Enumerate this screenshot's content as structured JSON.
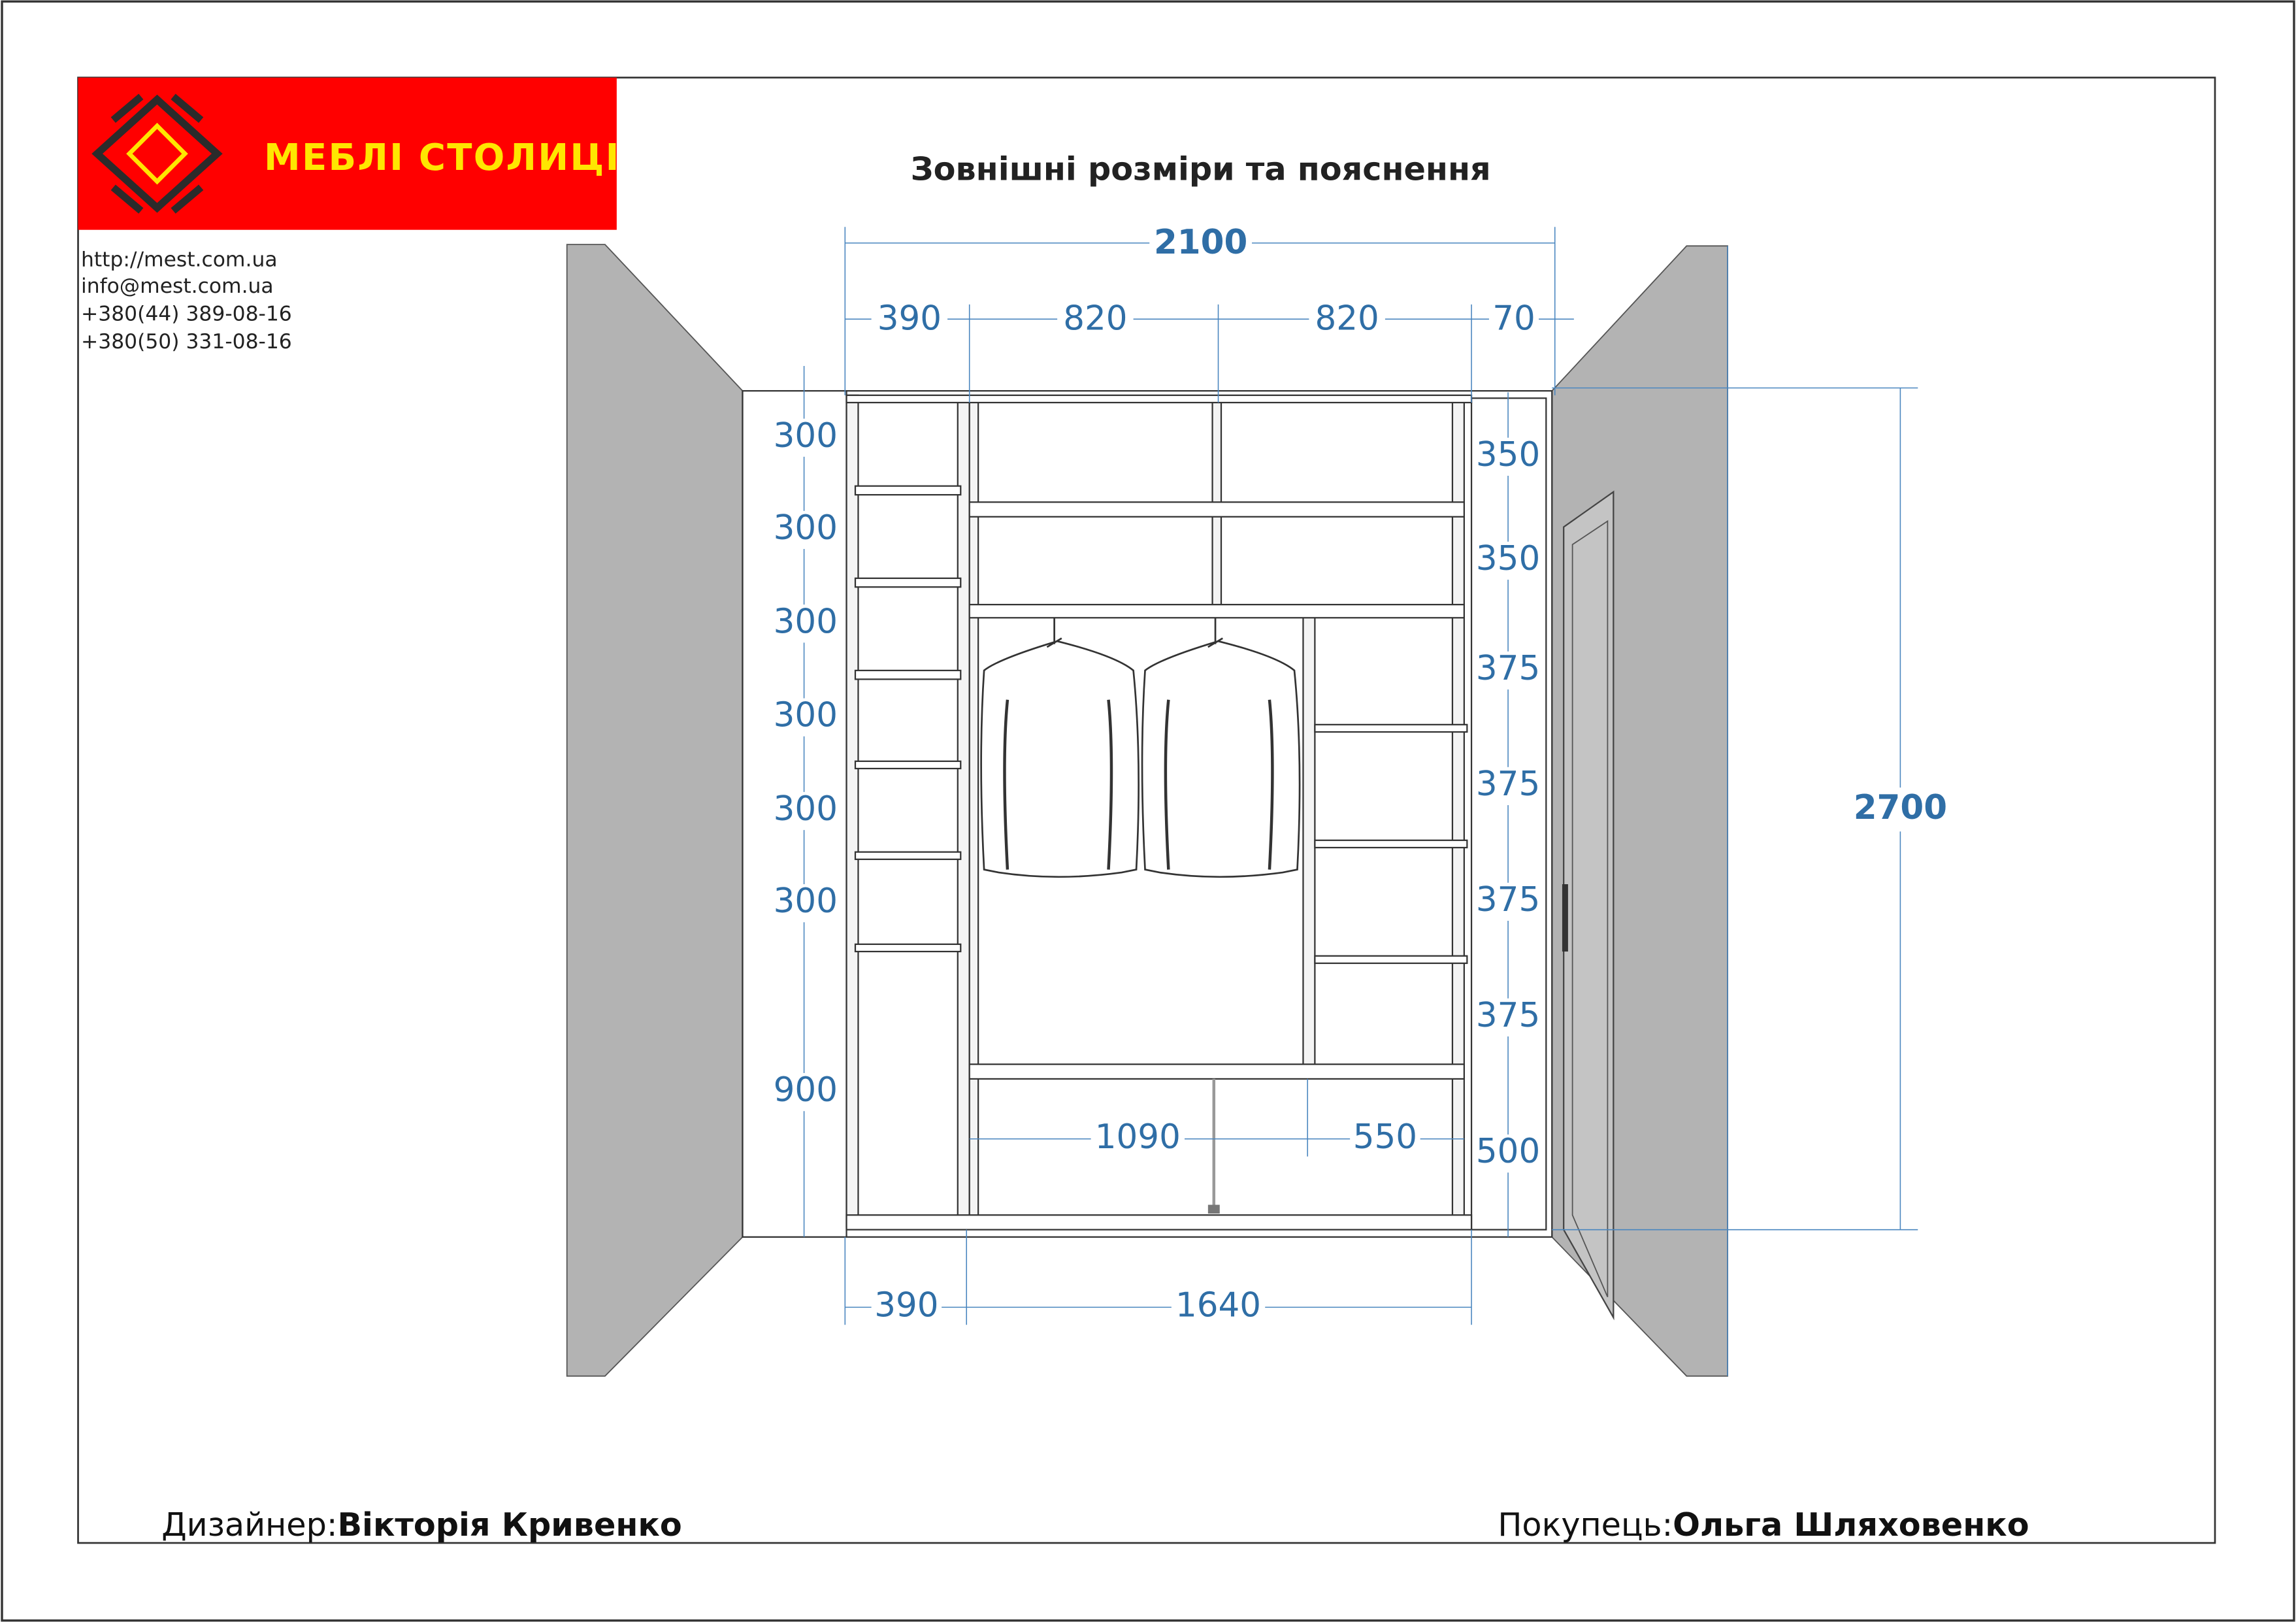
{
  "brand": {
    "name": "МЕБЛІ СТОЛИЦІ",
    "bg_color": "#ff0000",
    "text_color": "#ffe600"
  },
  "contacts": [
    "http://mest.com.ua",
    "info@mest.com.ua",
    "+380(44)   389-08-16",
    "+380(50)   331-08-16"
  ],
  "title": "Зовнішні розміри та пояснення",
  "dimensions": {
    "total_width": "2100",
    "top_sections": [
      "390",
      "820",
      "820",
      "70"
    ],
    "left_heights": [
      "300",
      "300",
      "300",
      "300",
      "300",
      "300",
      "900"
    ],
    "right_heights": [
      "350",
      "350",
      "375",
      "375",
      "375",
      "375",
      "500"
    ],
    "total_height": "2700",
    "lower_widths": [
      "1090",
      "550"
    ],
    "bottom_widths": [
      "390",
      "1640"
    ]
  },
  "footer": {
    "designer_label": "Дизайнер:",
    "designer_name": "Вікторія Кривенко",
    "customer_label": "Покупець:",
    "customer_name": "Ольга Шляховенко"
  },
  "colors": {
    "dimension": "#2f6ea6",
    "wall": "#b3b3b3"
  }
}
